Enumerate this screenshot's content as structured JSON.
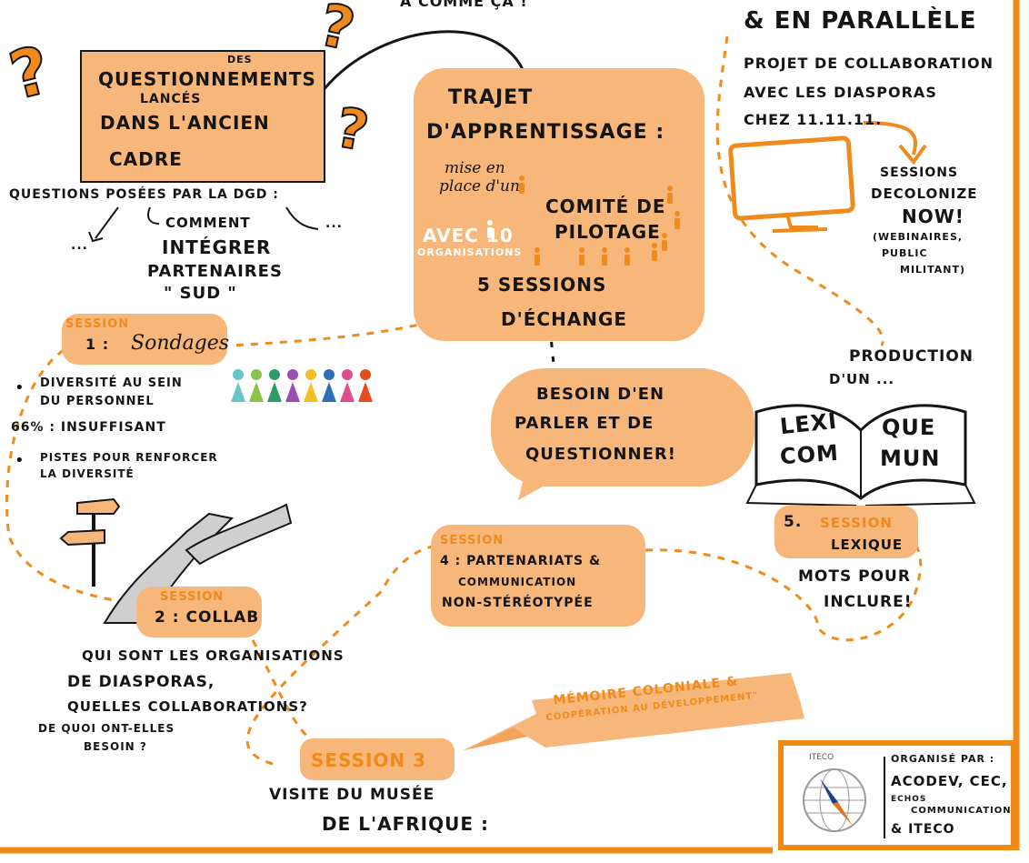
{
  "colors": {
    "accent": "#f08a1c",
    "box": "#f7b77a",
    "ink": "#151515",
    "frame": "#ef8b14"
  },
  "top_partial": "À COMME ÇA !",
  "questionnements": {
    "l1": "DES",
    "l2": "QUESTIONNEMENTS",
    "l3": "LANCÉS",
    "l4": "DANS L'ANCIEN",
    "l5": "CADRE"
  },
  "questions": {
    "intro": "QUESTIONS POSÉES PAR LA DGD :",
    "dots_left": "...",
    "dots_right": "...",
    "comment": "COMMENT",
    "integrer": "INTÉGRER",
    "partenaires": "PARTENAIRES",
    "sud": "\" SUD \""
  },
  "trajet": {
    "title1": "TRAJET",
    "title2": "D'APPRENTISSAGE :",
    "mise": "mise en",
    "place": "place d'un",
    "comite1": "COMITÉ de",
    "comite2": "PILOTAGE",
    "avec": "AVEC 10",
    "orgs": "ORGANISATIONS",
    "sessions1": "5 SESSIONS",
    "sessions2": "D'ÉCHANGE"
  },
  "parallele": {
    "title": "& EN PARALLÈLE",
    "projet1": "PROJET de COLLABORATION",
    "projet2": "AVEC LES DIASPORAS",
    "projet3": "CHEZ 11.11.11.",
    "decol1": "SESSIONS",
    "decol2": "DECOLONIZE",
    "decol3": "NOW!",
    "webi1": "(WEBINAIRES,",
    "webi2": "PUBLIC",
    "webi3": "MILITANT)"
  },
  "besoin": {
    "l1": "BESOIN D'EN",
    "l2": "PARLER ET DE",
    "l3": "QUESTIONNER!"
  },
  "session1": {
    "label": "SESSION",
    "num": "1 :",
    "title": "Sondages",
    "b1a": "DIVERSITÉ AU SEIN",
    "b1b": "du PERSONNEL",
    "stat": "66% : INSUFFISANT",
    "b2a": "PISTES POUR RENFORCER",
    "b2b": "LA DIVERSITÉ"
  },
  "session2": {
    "label": "SESSION",
    "title": "2 : COLLAB",
    "q1": "QUI SONT LES ORGANISATIONS",
    "q2": "de DIASPORAS,",
    "q3": "QUELLES COLLABORATIONS?",
    "q4": "DE QUOI ONT-ELLES",
    "q5": "BESOIN ?"
  },
  "session3": {
    "label": "SESSION 3",
    "v1": "VISITE DU MUSÉE",
    "v2": "de L'AFRIQUE :"
  },
  "session4": {
    "label": "SESSION",
    "t1": "4 : PARTENARIATS &",
    "t2": "COMMUNICATION",
    "t3": "NON-STÉRÉOTYPÉE"
  },
  "memoire": {
    "l1": "MÉMOIRE COLONIALE &",
    "l2": "COOPÉRATION au DÉVELOPPEMENT\""
  },
  "production": {
    "l1": "PRODUCTION",
    "l2": "D'UN ..."
  },
  "lexique_book": {
    "p1a": "LEXI",
    "p1b": "COM",
    "p2a": "QUE",
    "p2b": "MUN"
  },
  "session5": {
    "num": "5.",
    "label": "SESSION",
    "title": "LEXIQUE",
    "m1": "MOTS POUR",
    "m2": "INCLURE!"
  },
  "organise": {
    "label": "ORGANISÉ PAR :",
    "l1": "ACODEV, CEC,",
    "l2": "ECHOS",
    "l3": "COMMUNICATION",
    "l4": "& ITECO",
    "logo_text": "ITECO"
  }
}
